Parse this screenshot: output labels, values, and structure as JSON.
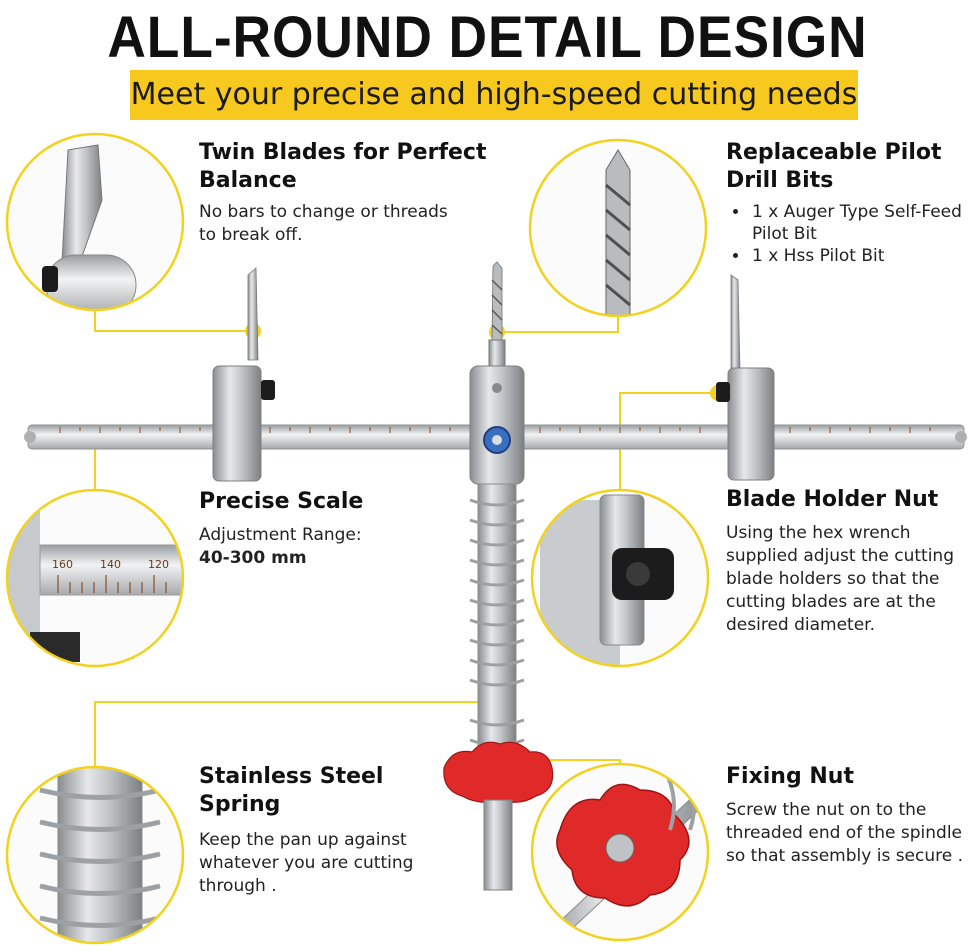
{
  "headline": "ALL-ROUND DETAIL DESIGN",
  "subheadline": "Meet your precise and high-speed cutting needs",
  "features": {
    "twin_blades": {
      "title_line1": "Twin Blades for Perfect",
      "title_line2": "Balance",
      "desc_line1": "No bars to change or threads",
      "desc_line2": "to break off."
    },
    "pilot_bits": {
      "title_line1": "Replaceable Pilot",
      "title_line2": "Drill Bits",
      "bullets": [
        "1 x Auger Type Self-Feed Pilot Bit",
        "1 x Hss Pilot Bit"
      ]
    },
    "scale": {
      "title": "Precise Scale",
      "desc": "Adjustment Range:",
      "range": "40-300 mm"
    },
    "holder_nut": {
      "title": "Blade Holder Nut",
      "desc_lines": [
        "Using the hex wrench",
        "supplied  adjust the cutting",
        "blade holders so that the",
        "cutting blades are at the",
        "desired diameter."
      ]
    },
    "spring": {
      "title_line1": "Stainless Steel",
      "title_line2": "Spring",
      "desc_lines": [
        "Keep the pan up against",
        "whatever you are cutting",
        "through ."
      ]
    },
    "fixing_nut": {
      "title": "Fixing Nut",
      "desc_lines": [
        "Screw the nut on to the",
        "threaded end of the spindle",
        "so that assembly is secure ."
      ]
    }
  },
  "scale_zoom_ticks": [
    "160",
    "140",
    "120"
  ],
  "colors": {
    "accent_yellow": "#f7c81d",
    "nut_red": "#e02a2a",
    "steel": "#b8bbbe"
  }
}
